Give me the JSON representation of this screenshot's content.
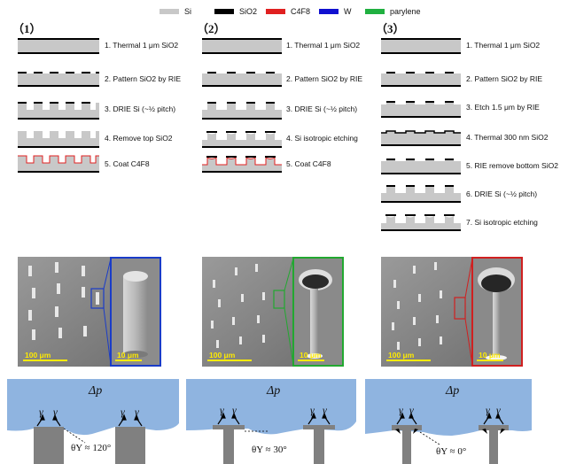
{
  "legend": [
    {
      "label": "Si",
      "color": "#c8c8c8"
    },
    {
      "label": "SiO2",
      "color": "#000000"
    },
    {
      "label": "C4F8",
      "color": "#e02020"
    },
    {
      "label": "W",
      "color": "#1010d0"
    },
    {
      "label": "parylene",
      "color": "#20b040"
    }
  ],
  "columns": [
    {
      "heading": "（1）",
      "steps": [
        "1. Thermal 1 μm SiO2",
        "2. Pattern SiO2 by RIE",
        "3. DRIE Si (~½ pitch)",
        "4. Remove top SiO2",
        "5. Coat C4F8"
      ]
    },
    {
      "heading": "（2）",
      "steps": [
        "1. Thermal 1 μm SiO2",
        "2. Pattern SiO2 by RIE",
        "3. DRIE Si (~½ pitch)",
        "4. Si isotropic etching",
        "5. Coat C4F8"
      ]
    },
    {
      "heading": "（3）",
      "steps": [
        "1. Thermal 1 μm SiO2",
        "2. Pattern SiO2 by RIE",
        "3. Etch 1.5 μm by RIE",
        "4. Thermal 300 nm SiO2",
        "5. RIE remove bottom SiO2",
        "6. DRIE Si (~½ pitch)",
        "7. Si isotropic etching"
      ]
    }
  ],
  "sem": [
    {
      "scale_main": "100 μm",
      "scale_zoom": "10 μm",
      "frame_color": "#1a3cc8"
    },
    {
      "scale_main": "100 μm",
      "scale_zoom": "10 μm",
      "frame_color": "#22a830"
    },
    {
      "scale_main": "100 μm",
      "scale_zoom": "10 μm",
      "frame_color": "#d02020"
    }
  ],
  "wetting": [
    {
      "dp": "Δp",
      "gamma": "γ",
      "theta": "θY ≈ 120°"
    },
    {
      "dp": "Δp",
      "gamma": "γ",
      "theta": "θY ≈ 30°"
    },
    {
      "dp": "Δp",
      "gamma": "γ",
      "theta": "θY ≈ 0°"
    }
  ]
}
